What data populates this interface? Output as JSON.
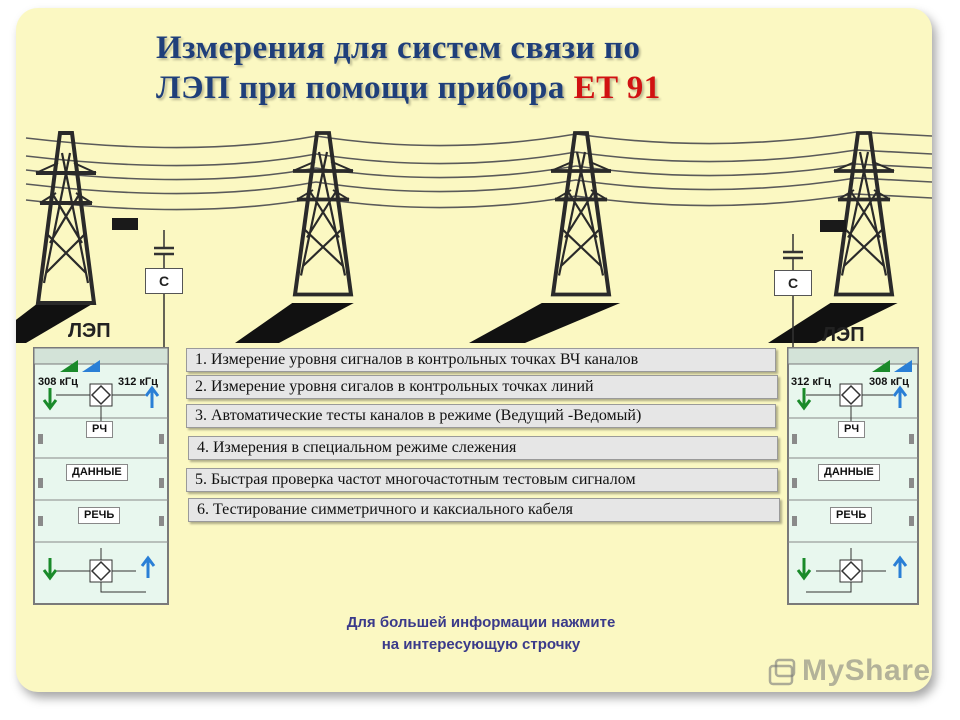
{
  "title": {
    "line1": "Измерения для  систем связи по",
    "line2": "ЛЭП  при помощи прибора ",
    "device": "ET 91"
  },
  "left_cabinet": {
    "lep_label": "ЛЭП",
    "freq_left": "308 кГц",
    "freq_right": "312 кГц",
    "rch": "РЧ",
    "data": "ДАННЫЕ",
    "speech": "РЕЧЬ"
  },
  "right_cabinet": {
    "lep_label": "ЛЭП",
    "freq_left": "312 кГц",
    "freq_right": "308 кГц",
    "rch": "РЧ",
    "data": "ДАННЫЕ",
    "speech": "РЕЧЬ"
  },
  "coupler_label": "C",
  "menu": [
    "1. Измерение уровня сигналов в контрольных точках ВЧ каналов",
    "2. Измерение уровня сигалов в контрольных точках линий",
    "3. Автоматические тесты каналов в режиме (Ведущий -Ведомый)",
    "4. Измерения в специальном режиме слежения",
    "5. Быстрая проверка частот многочастотным тестовым сигналом",
    "6. Тестирование симметричного и каксиального кабеля"
  ],
  "hint": {
    "line1": "Для большей информации нажмите",
    "line2": "на интересующую строчку"
  },
  "watermark": "MyShared",
  "colors": {
    "background": "#fbf8c2",
    "title": "#1f3f7a",
    "device": "#d11212",
    "arrow_green": "#1a8a2a",
    "arrow_blue": "#2a7fd6",
    "cabinet_fill": "#e8f7ee"
  }
}
